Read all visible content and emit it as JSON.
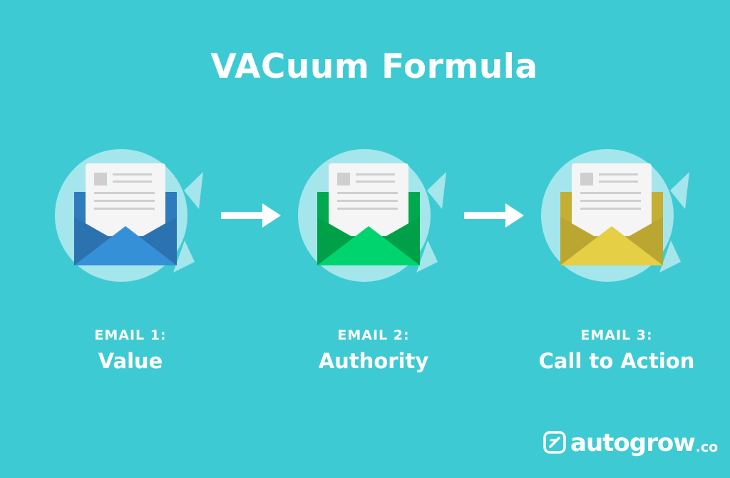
{
  "title": "VACuum Formula",
  "steps": [
    {
      "kicker": "EMAIL 1:",
      "name": "Value",
      "color_back": "#2e7bbd",
      "color_flap": "#3590d8"
    },
    {
      "kicker": "EMAIL 2:",
      "name": "Authority",
      "color_back": "#00a94f",
      "color_flap": "#00d46e"
    },
    {
      "kicker": "EMAIL 3:",
      "name": "Call to Action",
      "color_back": "#c4ae33",
      "color_flap": "#e5cf45"
    }
  ],
  "logo": {
    "word": "autogrow",
    "tld": ".co"
  },
  "colors": {
    "background": "#3ecad3",
    "cycle_ring": "#a5e6ec",
    "text": "#ffffff"
  }
}
